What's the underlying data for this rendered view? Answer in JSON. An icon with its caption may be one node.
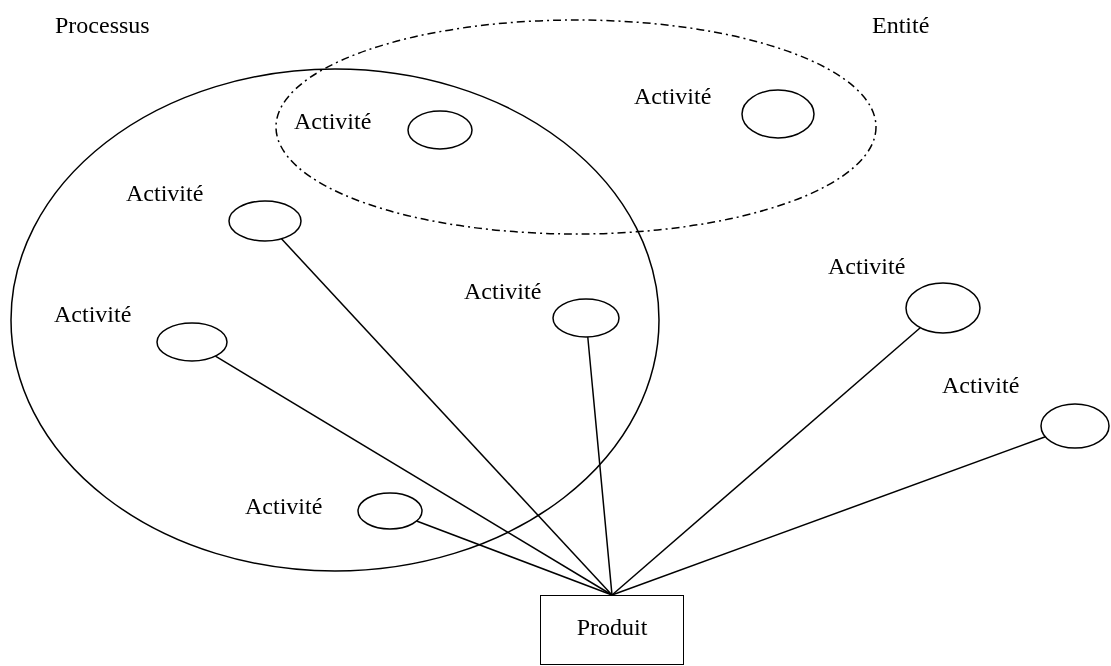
{
  "diagram": {
    "nodes": [
      {
        "text": [
          "Processus"
        ]
      },
      {
        "text": [
          "Entité"
        ]
      },
      {
        "text": [],
        "shape": "circle",
        "beside": [
          "Activité"
        ]
      },
      {
        "text": [
          "Activité"
        ],
        "in": 1
      },
      {
        "text": [
          "Activité"
        ],
        "in": 0
      },
      {
        "text": [
          "Activité"
        ],
        "in": 0
      },
      {
        "text": [
          "Activité"
        ]
      },
      {
        "text": [
          "Activité"
        ],
        "in": 0
      },
      {
        "text": [
          "Activité"
        ]
      },
      {
        "text": [
          "Activité"
        ],
        "in": 0
      },
      {
        "text": [
          "Produit"
        ]
      }
    ],
    "edges": [
      {
        "from": 4,
        "to": 10,
        "arrow": "none"
      },
      {
        "from": 7,
        "to": 10,
        "arrow": "none"
      },
      {
        "from": 5,
        "to": 10,
        "arrow": "none"
      },
      {
        "from": 9,
        "to": 10,
        "arrow": "none"
      },
      {
        "from": 6,
        "to": 10,
        "arrow": "none"
      },
      {
        "from": 8,
        "to": 10,
        "arrow": "none"
      }
    ]
  }
}
